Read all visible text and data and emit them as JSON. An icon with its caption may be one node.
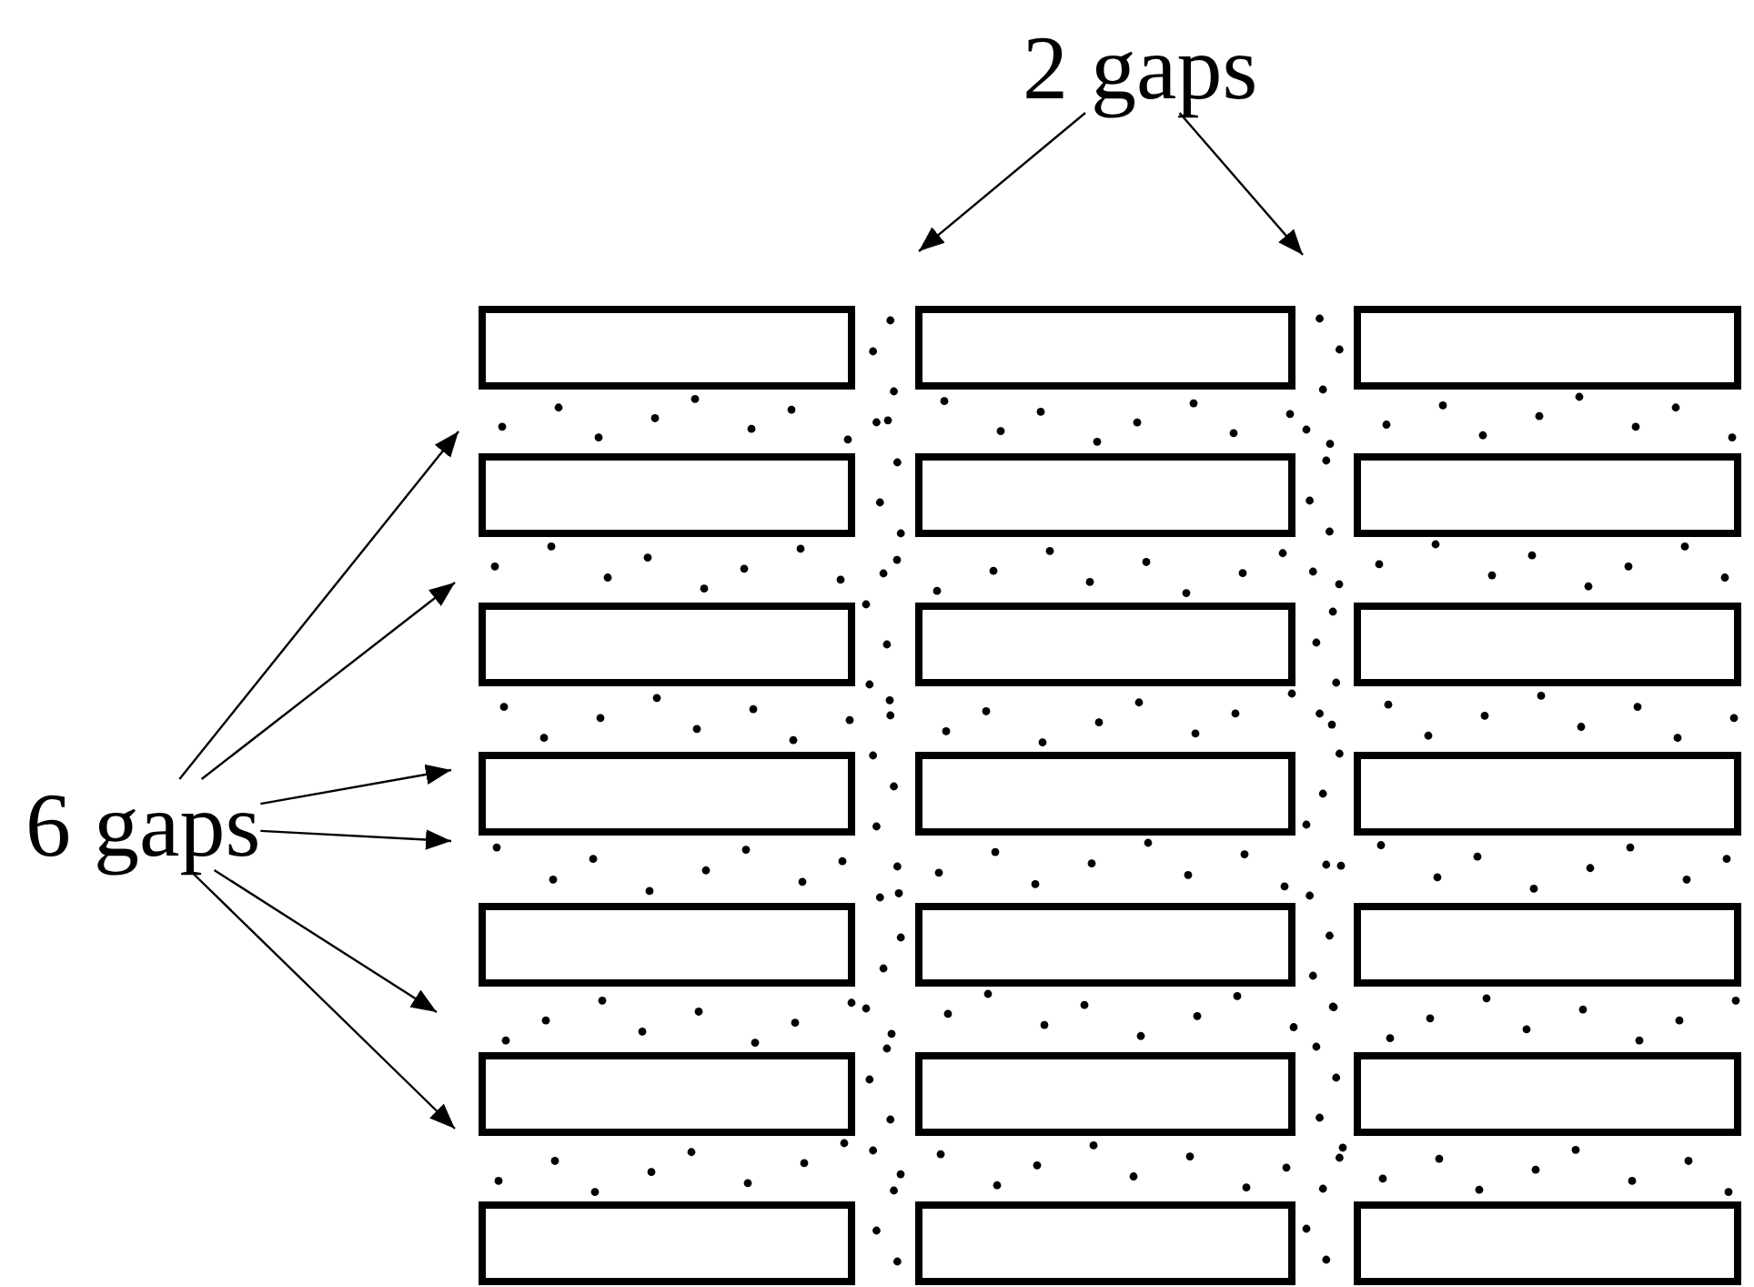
{
  "diagram": {
    "nodes": [
      {
        "text": [
          "2 gaps"
        ]
      },
      {
        "text": [
          "6 gaps"
        ]
      }
    ],
    "edges": [
      {
        "from": 0,
        "to": null,
        "arrow": "to"
      },
      {
        "from": 0,
        "to": null,
        "arrow": "to"
      },
      {
        "from": 1,
        "to": null,
        "arrow": "to"
      },
      {
        "from": 1,
        "to": null,
        "arrow": "to"
      },
      {
        "from": 1,
        "to": null,
        "arrow": "to"
      },
      {
        "from": 1,
        "to": null,
        "arrow": "to"
      },
      {
        "from": 1,
        "to": null,
        "arrow": "to"
      },
      {
        "from": 1,
        "to": null,
        "arrow": "to"
      }
    ]
  }
}
